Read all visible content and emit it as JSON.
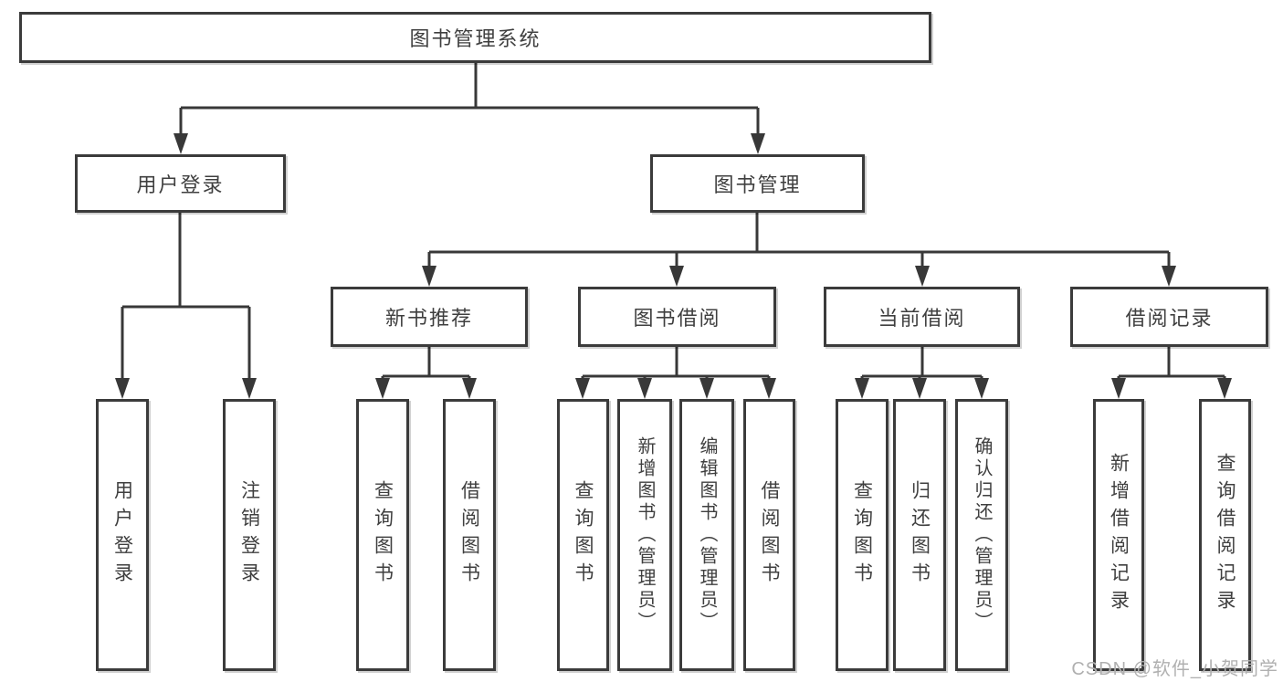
{
  "tree": {
    "label": "图书管理系统",
    "children": [
      {
        "label": "用户登录",
        "children": [
          {
            "label": "用户登录"
          },
          {
            "label": "注销登录"
          }
        ]
      },
      {
        "label": "图书管理",
        "children": [
          {
            "label": "新书推荐",
            "children": [
              {
                "label": "查询图书"
              },
              {
                "label": "借阅图书"
              }
            ]
          },
          {
            "label": "图书借阅",
            "children": [
              {
                "label": "查询图书"
              },
              {
                "label": "新增图书（管理员）"
              },
              {
                "label": "编辑图书（管理员）"
              },
              {
                "label": "借阅图书"
              }
            ]
          },
          {
            "label": "当前借阅",
            "children": [
              {
                "label": "查询图书"
              },
              {
                "label": "归还图书"
              },
              {
                "label": "确认归还（管理员）"
              }
            ]
          },
          {
            "label": "借阅记录",
            "children": [
              {
                "label": "新增借阅记录"
              },
              {
                "label": "查询借阅记录"
              }
            ]
          }
        ]
      }
    ]
  },
  "watermark": {
    "text": "CSDN @软件_小贺同学"
  },
  "colors": {
    "line": "#383838",
    "border": "#3b3b3b",
    "text": "#3f3f3f",
    "watermark": "#b0b0b0",
    "background": "#ffffff"
  }
}
